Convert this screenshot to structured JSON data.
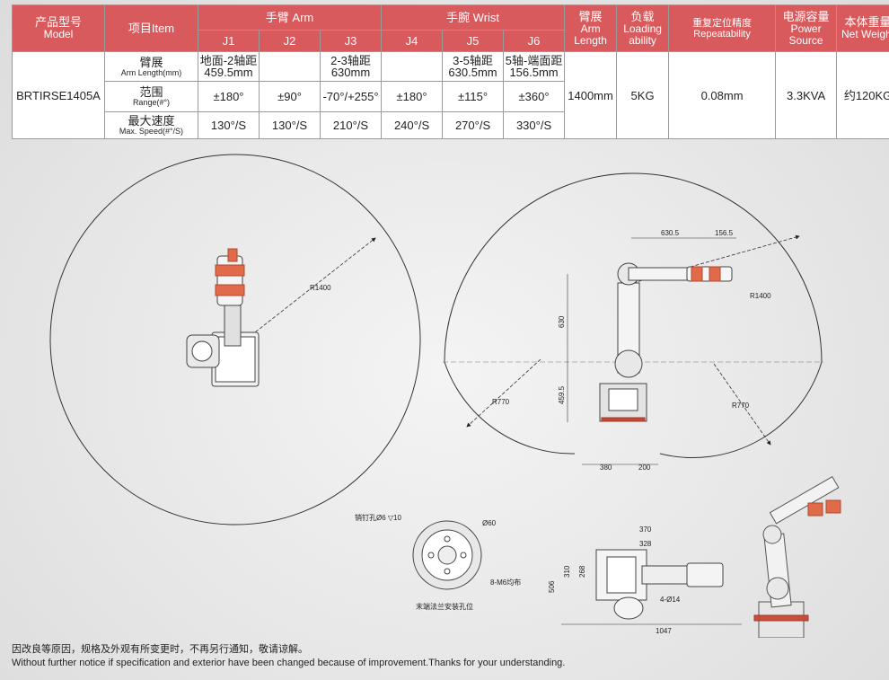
{
  "header": {
    "model_cn": "产品型号",
    "model_en": "Model",
    "item": "项目Item",
    "arm_group": "手臂 Arm",
    "wrist_group": "手腕 Wrist",
    "joints": [
      "J1",
      "J2",
      "J3",
      "J4",
      "J5",
      "J6"
    ],
    "arm_length_cn": "臂展",
    "arm_length_en_1": "Arm",
    "arm_length_en_2": "Length",
    "loading_cn": "负载",
    "loading_en_1": "Loading",
    "loading_en_2": "ability",
    "repeat_cn": "重复定位精度",
    "repeat_en": "Repeatability",
    "power_cn": "电源容量",
    "power_en_1": "Power",
    "power_en_2": "Source",
    "weight_cn": "本体重量",
    "weight_en": "Net Weight"
  },
  "row": {
    "model": "BRTIRSE1405A",
    "arm_label_cn": "臂展",
    "arm_label_en": "Arm Length(mm)",
    "arm_j1_a": "地面-2轴距",
    "arm_j1_b": "459.5mm",
    "arm_j3_a": "2-3轴距",
    "arm_j3_b": "630mm",
    "arm_j5_a": "3-5轴距",
    "arm_j5_b": "630.5mm",
    "arm_j6_a": "5轴-端面距",
    "arm_j6_b": "156.5mm",
    "range_label_cn": "范围",
    "range_label_en": "Range(#°)",
    "range": [
      "±180°",
      "±90°",
      "-70°/+255°",
      "±180°",
      "±115°",
      "±360°"
    ],
    "speed_label_cn": "最大速度",
    "speed_label_en": "Max. Speed(#°/S)",
    "speed": [
      "130°/S",
      "130°/S",
      "210°/S",
      "240°/S",
      "270°/S",
      "330°/S"
    ],
    "arm_length": "1400mm",
    "loading": "5KG",
    "repeatability": "0.08mm",
    "power": "3.3KVA",
    "weight": "约120KG"
  },
  "drawing": {
    "left_radius": "R1400",
    "right_radius": "R1400",
    "r770_left": "R770",
    "r770_right": "R770",
    "dim_630_5": "630.5",
    "dim_156_5": "156.5",
    "dim_630": "630",
    "dim_459_5": "459.5",
    "dim_380": "380",
    "dim_200": "200",
    "pin_hole": "销钉孔Ø6 ▽10",
    "dia_60": "Ø60",
    "m6": "8-M6均布",
    "flange_caption": "末端法兰安装孔位",
    "dim_370": "370",
    "dim_328": "328",
    "dim_310": "310",
    "dim_268": "268",
    "dim_506": "506",
    "holes_14": "4-Ø14",
    "dim_1047": "1047"
  },
  "footer": {
    "line_cn": "因改良等原因，规格及外观有所变更时，不再另行通知，敬请谅解。",
    "line_en": "Without further notice if specification and exterior have been changed because of improvement.Thanks for your understanding."
  },
  "colors": {
    "header_bg": "#d95a5c",
    "border": "#9a9a9a"
  }
}
